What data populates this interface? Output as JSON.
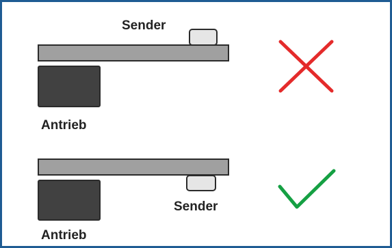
{
  "top_panel": {
    "sender_label": "Sender",
    "drive_label": "Antrieb",
    "verdict_icon": "cross-icon",
    "verdict_color": "#e42b2b"
  },
  "bottom_panel": {
    "sender_label": "Sender",
    "drive_label": "Antrieb",
    "verdict_icon": "check-icon",
    "verdict_color": "#15a043"
  },
  "colors": {
    "frame": "#1f5c93",
    "bar": "#a0a0a0",
    "drive": "#414141",
    "sender": "#e6e6e6",
    "outline": "#2b2b2b"
  }
}
